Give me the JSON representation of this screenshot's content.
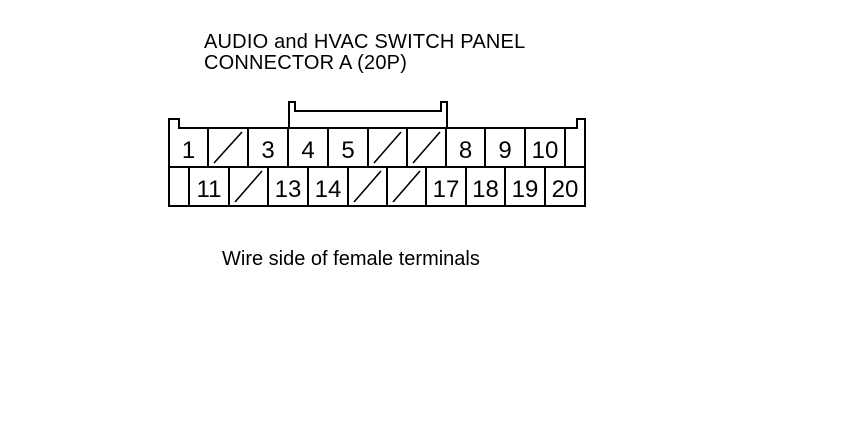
{
  "title": {
    "line1": "AUDIO and HVAC SWITCH PANEL",
    "line2": "CONNECTOR A (20P)"
  },
  "connector": {
    "pin_count": 20,
    "rows": [
      {
        "pins": [
          {
            "label": "1",
            "blank": false
          },
          {
            "label": "",
            "blank": true
          },
          {
            "label": "3",
            "blank": false
          },
          {
            "label": "4",
            "blank": false
          },
          {
            "label": "5",
            "blank": false
          },
          {
            "label": "",
            "blank": true
          },
          {
            "label": "",
            "blank": true
          },
          {
            "label": "8",
            "blank": false
          },
          {
            "label": "9",
            "blank": false
          },
          {
            "label": "10",
            "blank": false
          }
        ]
      },
      {
        "pins": [
          {
            "label": "11",
            "blank": false
          },
          {
            "label": "",
            "blank": true
          },
          {
            "label": "13",
            "blank": false
          },
          {
            "label": "14",
            "blank": false
          },
          {
            "label": "",
            "blank": true
          },
          {
            "label": "",
            "blank": true
          },
          {
            "label": "17",
            "blank": false
          },
          {
            "label": "18",
            "blank": false
          },
          {
            "label": "19",
            "blank": false
          },
          {
            "label": "20",
            "blank": false
          }
        ]
      }
    ]
  },
  "caption": "Wire side of female terminals"
}
